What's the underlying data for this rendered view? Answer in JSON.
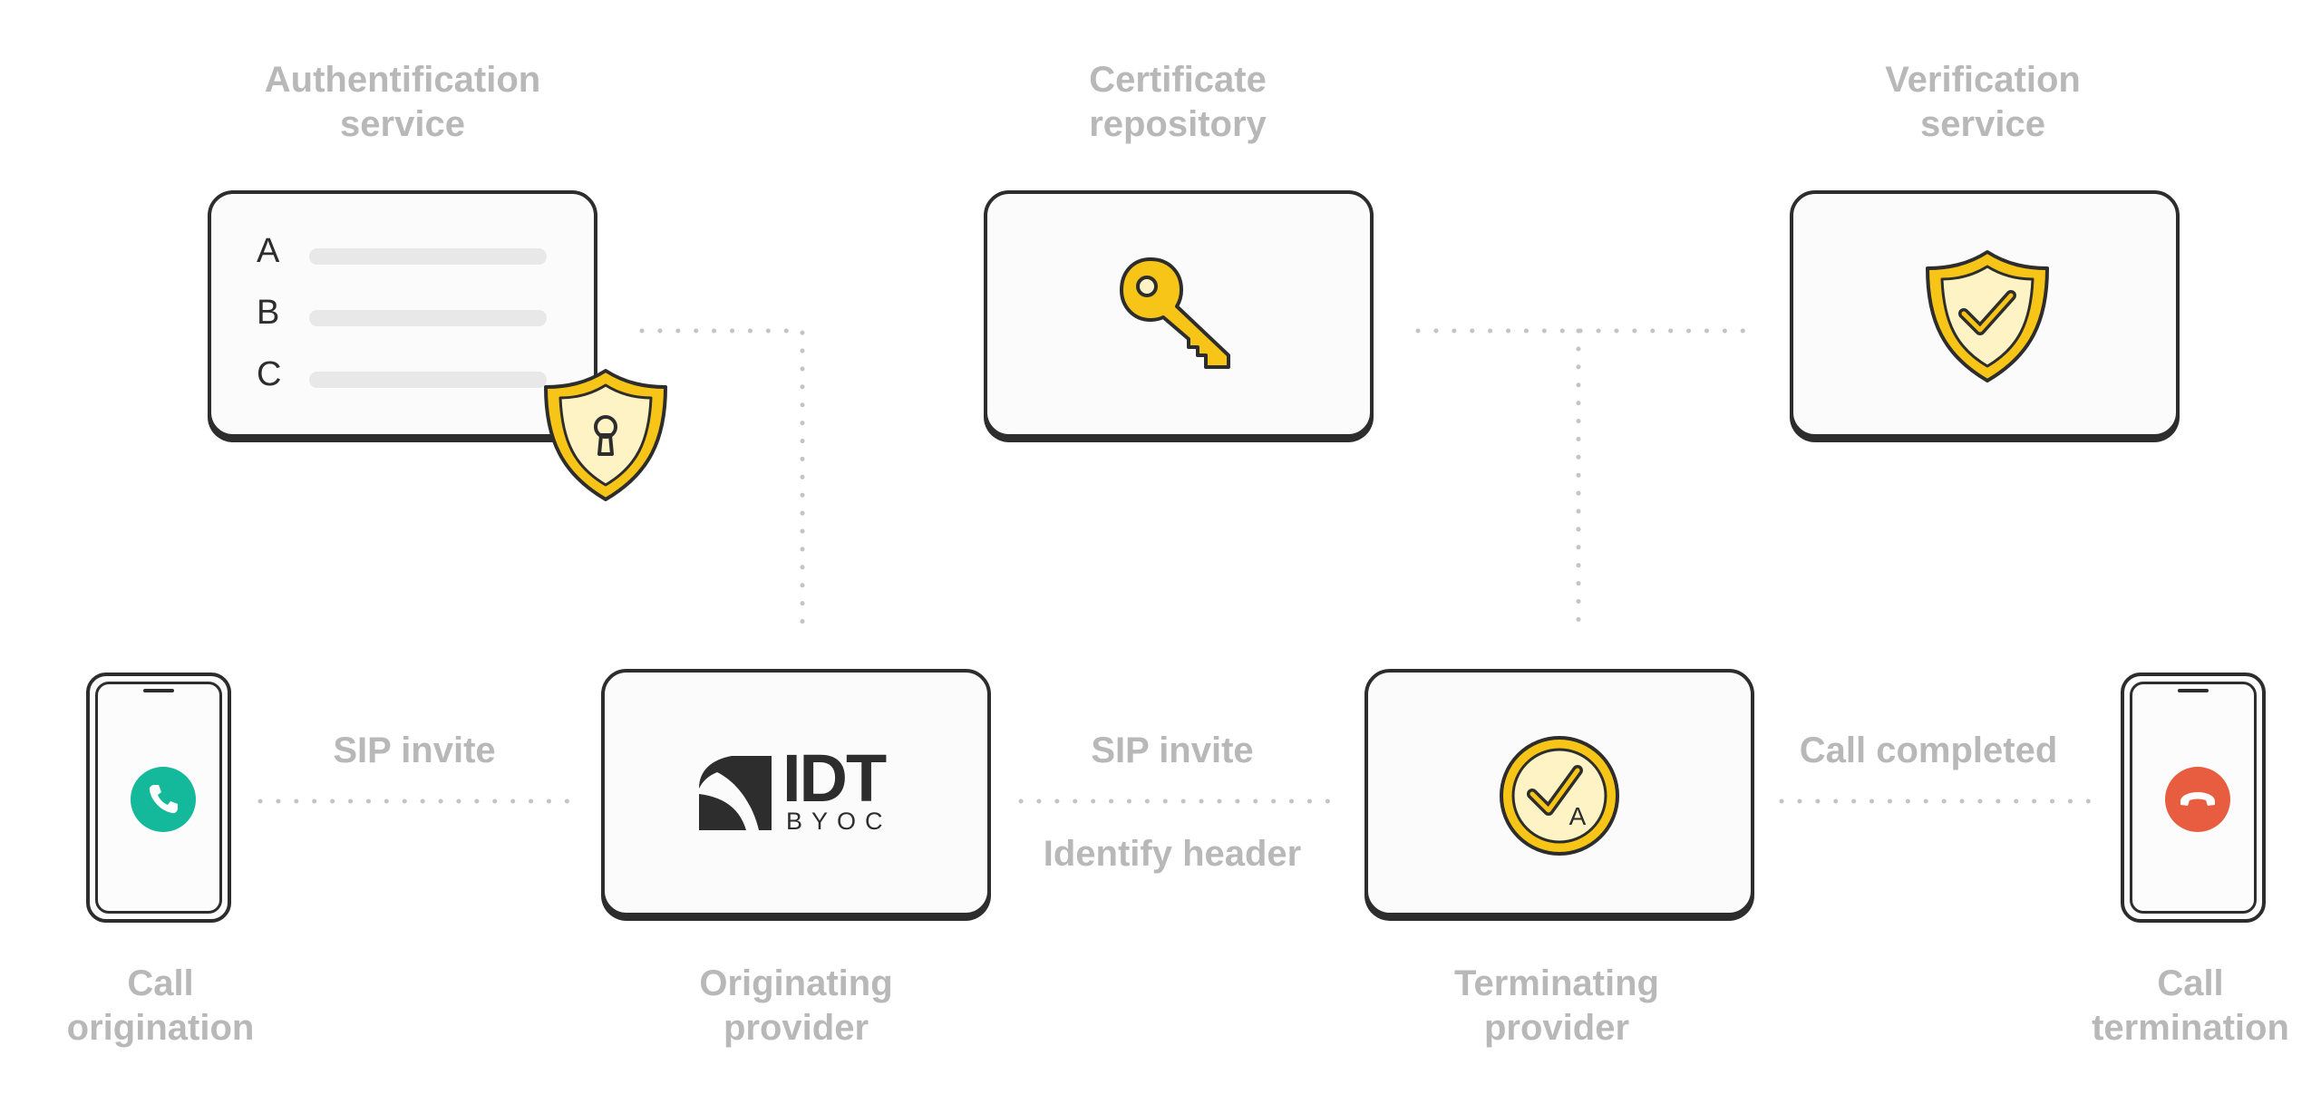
{
  "labels": {
    "auth_service": [
      "Authentification",
      "service"
    ],
    "cert_repo": [
      "Certificate",
      "repository"
    ],
    "verification": [
      "Verification",
      "service"
    ],
    "call_origination": [
      "Call",
      "origination"
    ],
    "originating": [
      "Originating",
      "provider"
    ],
    "terminating": [
      "Terminating",
      "provider"
    ],
    "call_termination": [
      "Call",
      "termination"
    ]
  },
  "edges": {
    "sip_invite_1": "SIP invite",
    "sip_invite_2": "SIP invite",
    "identify_header": "Identify header",
    "call_completed": "Call completed"
  },
  "auth_rows": [
    "A",
    "B",
    "C"
  ],
  "logo": {
    "main": "IDT",
    "sub": "BYOC"
  },
  "check_badge_letter": "A",
  "icons": {
    "auth": "shield-lock-icon",
    "cert": "key-icon",
    "verify": "shield-check-icon",
    "terminating": "check-badge-icon",
    "call_start": "phone-icon",
    "call_end": "phone-hangup-icon"
  },
  "colors": {
    "accent_yellow": "#f7c517",
    "pale_yellow": "#fdf3c4",
    "outline": "#2d2d2d",
    "label_gray": "#b8b8b8",
    "dot_gray": "#c4c4c4",
    "call_green": "#14b89a",
    "call_red": "#e85c40"
  }
}
